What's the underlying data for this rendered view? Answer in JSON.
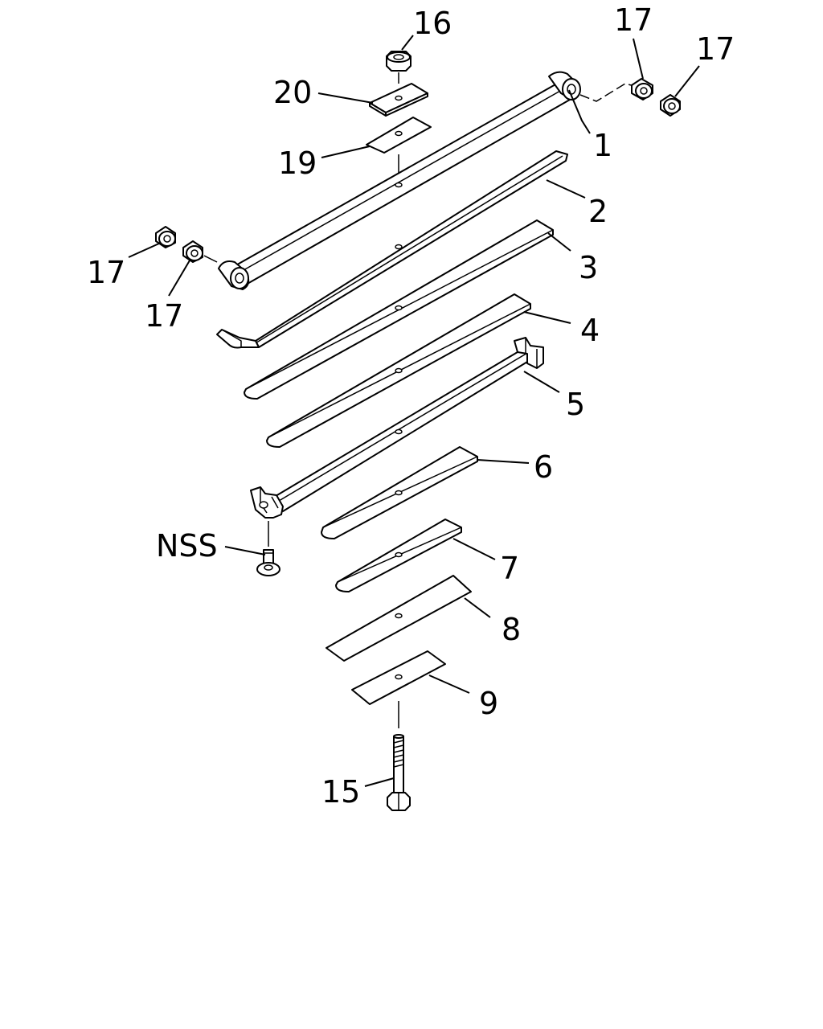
{
  "labels": {
    "p16": "16",
    "p20": "20",
    "p19": "19",
    "p17a": "17",
    "p17b": "17",
    "p17c": "17",
    "p17d": "17",
    "p1": "1",
    "p2": "2",
    "p3": "3",
    "p4": "4",
    "p5": "5",
    "p6": "6",
    "p7": "7",
    "p8": "8",
    "p9": "9",
    "pNSS": "NSS",
    "p15": "15"
  }
}
